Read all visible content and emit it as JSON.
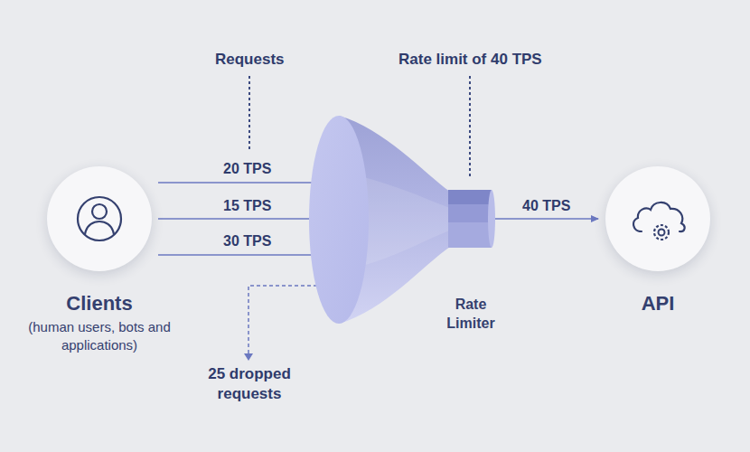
{
  "diagram": {
    "nodes": [
      {
        "text": [
          "Clients",
          "(human users, bots and applications)"
        ]
      },
      {
        "text": [
          "Rate Limiter"
        ]
      },
      {
        "text": [
          "API"
        ]
      }
    ],
    "edges": [
      {
        "from": 0,
        "to": 1,
        "arrow": "to",
        "label": "20 TPS"
      },
      {
        "from": 0,
        "to": 1,
        "arrow": "to",
        "label": "15 TPS"
      },
      {
        "from": 0,
        "to": 1,
        "arrow": "to",
        "label": "30 TPS"
      },
      {
        "from": 1,
        "to": 2,
        "arrow": "to",
        "label": "40 TPS"
      }
    ],
    "labels": [
      "Requests",
      "Rate limit of 40 TPS",
      "25 dropped requests"
    ]
  }
}
